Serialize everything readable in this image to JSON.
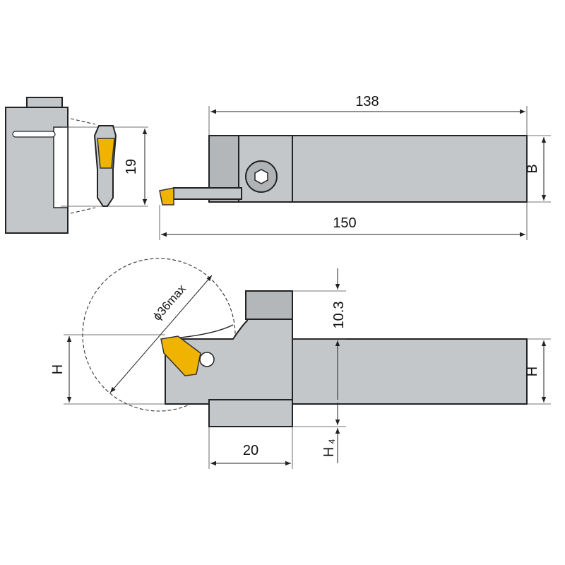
{
  "dimensions": {
    "length_138": "138",
    "length_150": "150",
    "width_B": "B",
    "height_19": "19",
    "height_10_3": "10.3",
    "height_H_left": "H",
    "height_H_right": "H",
    "width_20": "20",
    "h4_main": "H",
    "h4_sub": "4",
    "diameter": "ϕ36max"
  },
  "colors": {
    "body": "#c4c7ca",
    "insert": "#f0b400",
    "line": "#222222"
  }
}
